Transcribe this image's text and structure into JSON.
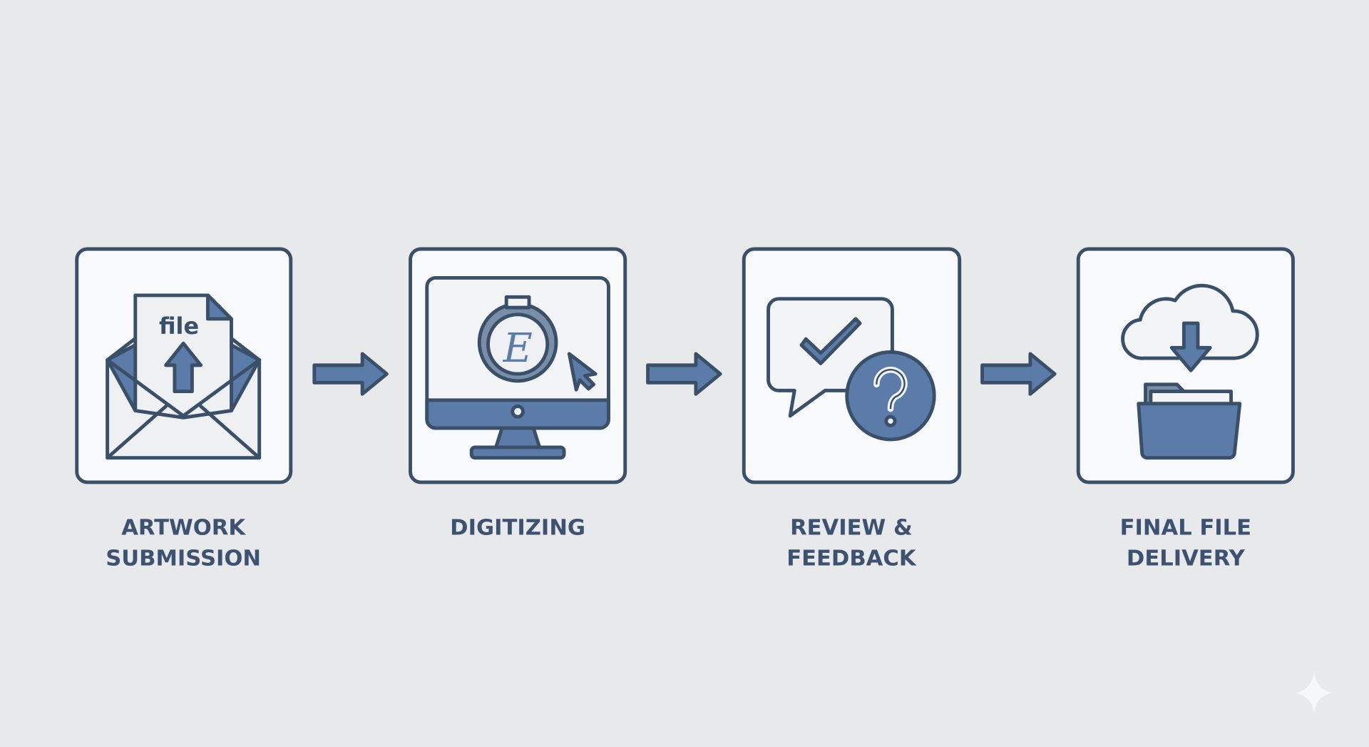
{
  "colors": {
    "background": "#e8e9ea",
    "outline": "#3a4f68",
    "accent": "#5b7ca8",
    "panel": "#f8f9fa"
  },
  "steps": [
    {
      "icon": "envelope-file-upload-icon",
      "file_text": "file",
      "label_line1": "ARTWORK",
      "label_line2": "SUBMISSION"
    },
    {
      "icon": "monitor-embroidery-hoop-icon",
      "hoop_letter": "E",
      "label_line1": "DIGITIZING",
      "label_line2": ""
    },
    {
      "icon": "chat-check-question-icon",
      "label_line1": "REVIEW &",
      "label_line2": "FEEDBACK"
    },
    {
      "icon": "cloud-download-folder-icon",
      "label_line1": "FINAL FILE",
      "label_line2": "DELIVERY"
    }
  ]
}
